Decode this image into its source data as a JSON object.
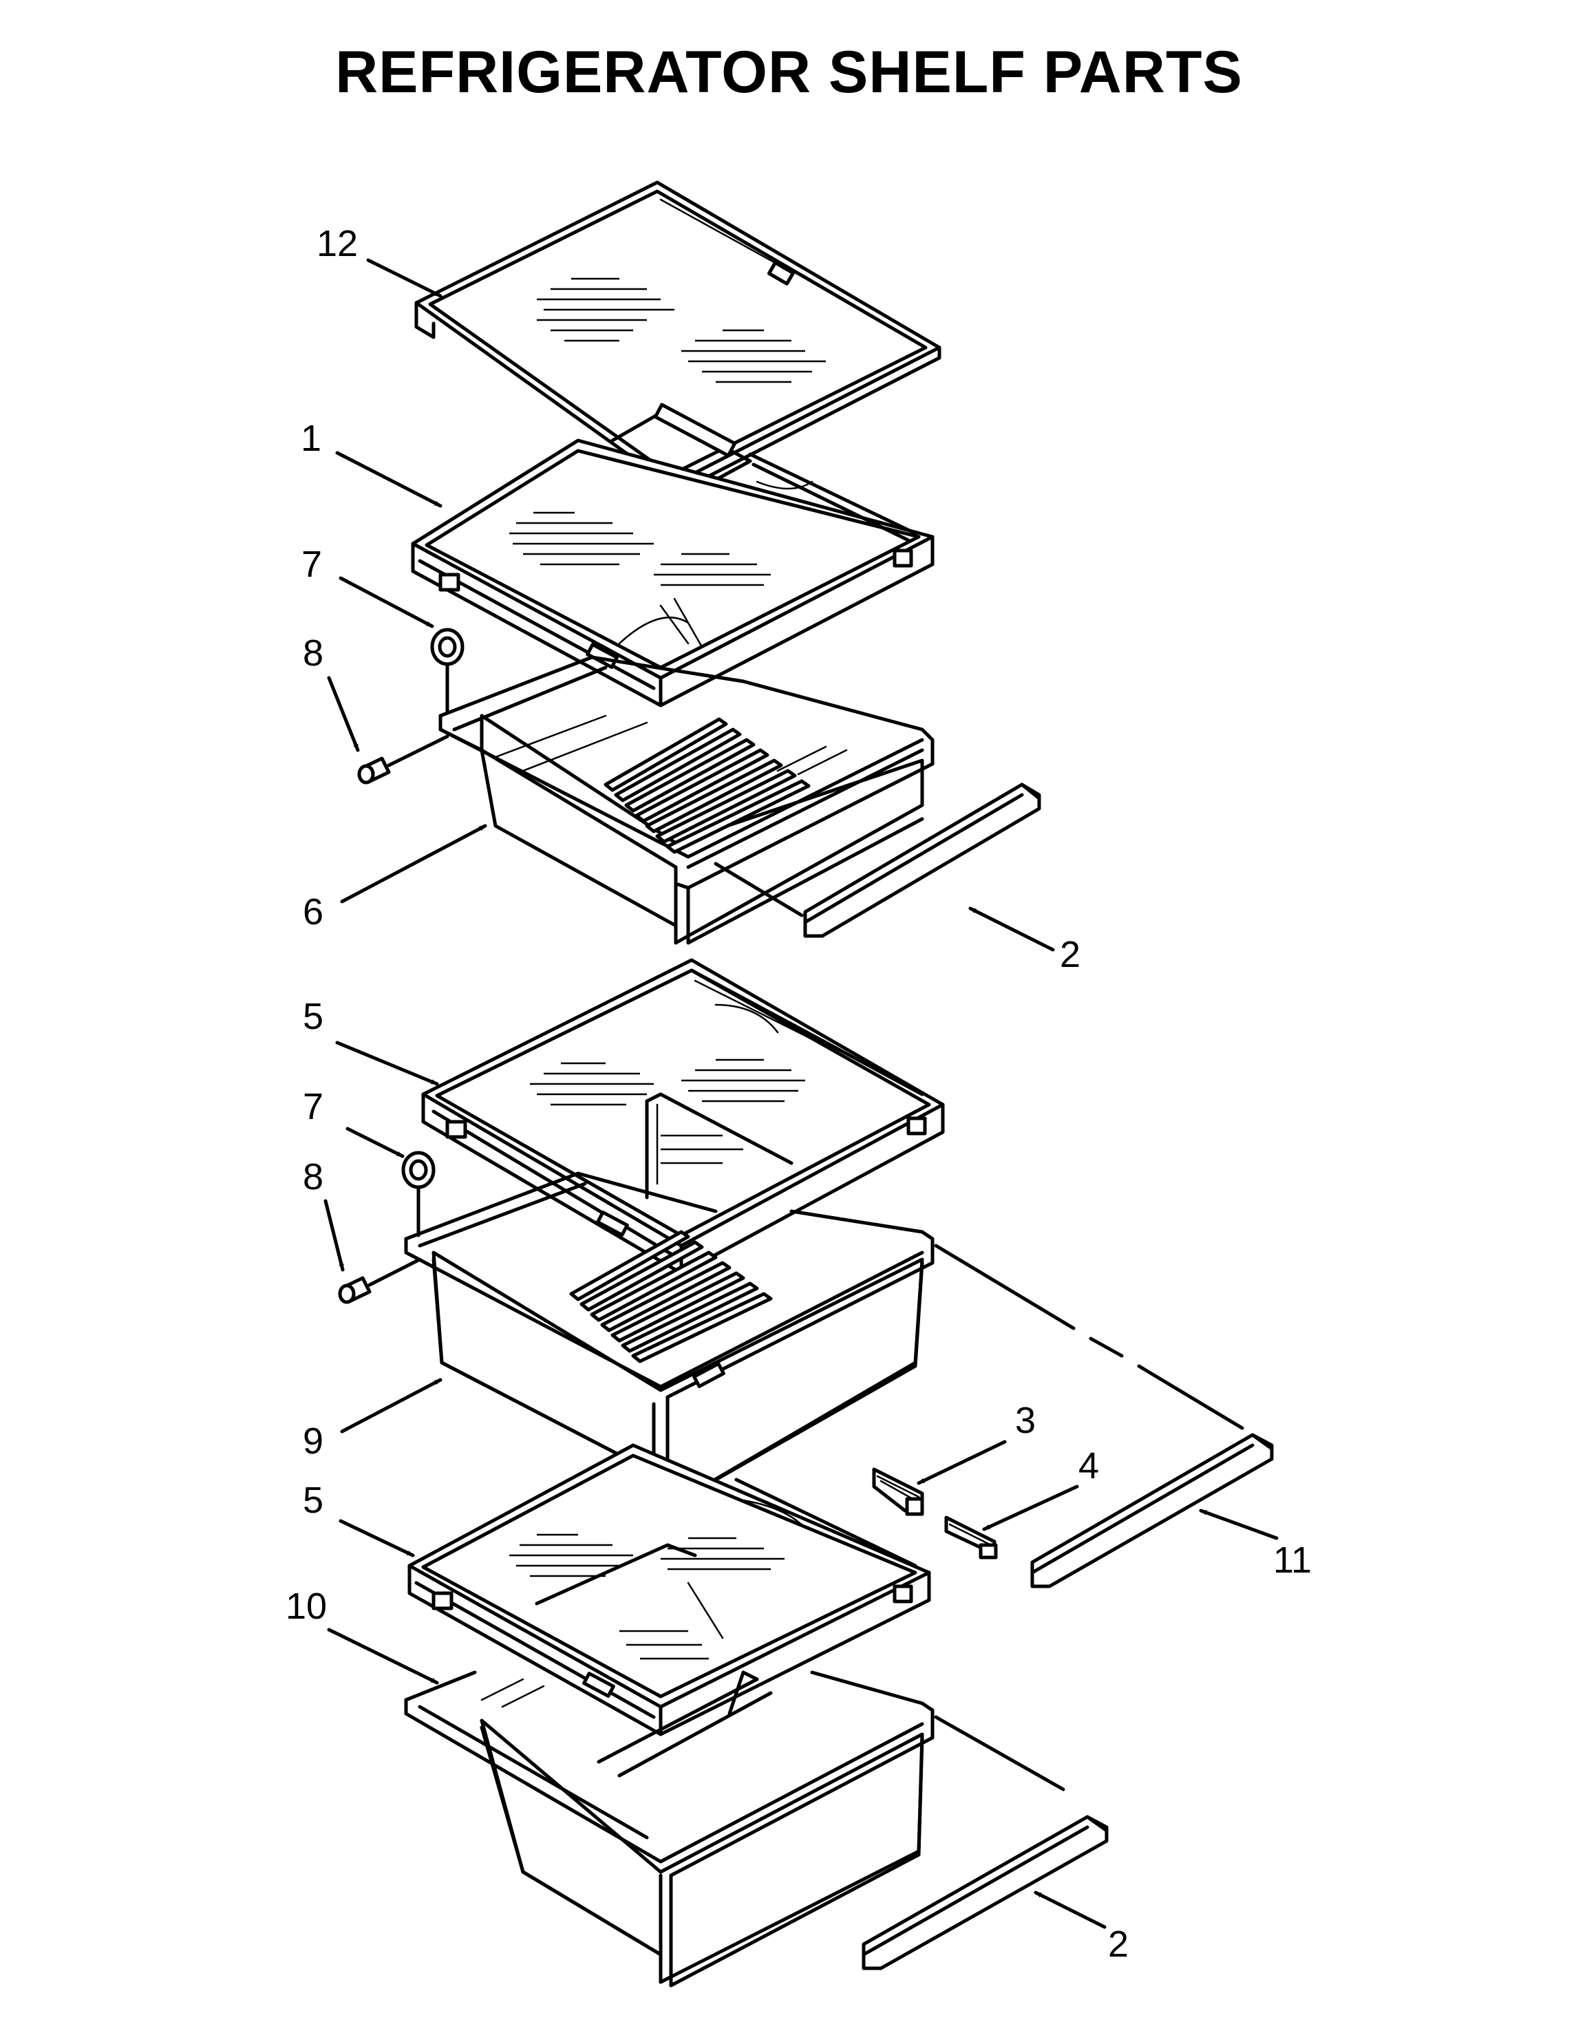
{
  "title": "REFRIGERATOR SHELF PARTS",
  "callouts": {
    "c12": "12",
    "c1": "1",
    "c7a": "7",
    "c8a": "8",
    "c6": "6",
    "c2a": "2",
    "c5a": "5",
    "c7b": "7",
    "c8b": "8",
    "c9": "9",
    "c3": "3",
    "c4": "4",
    "c5b": "5",
    "c11": "11",
    "c10": "10",
    "c2b": "2"
  },
  "icons": {
    "arrow": "arrow-icon",
    "shelf": "glass-shelf-icon",
    "drawer": "crisper-drawer-icon",
    "rail": "slide-rail-icon",
    "roller": "roller-icon",
    "screw": "screw-icon",
    "bracket": "bracket-icon"
  }
}
